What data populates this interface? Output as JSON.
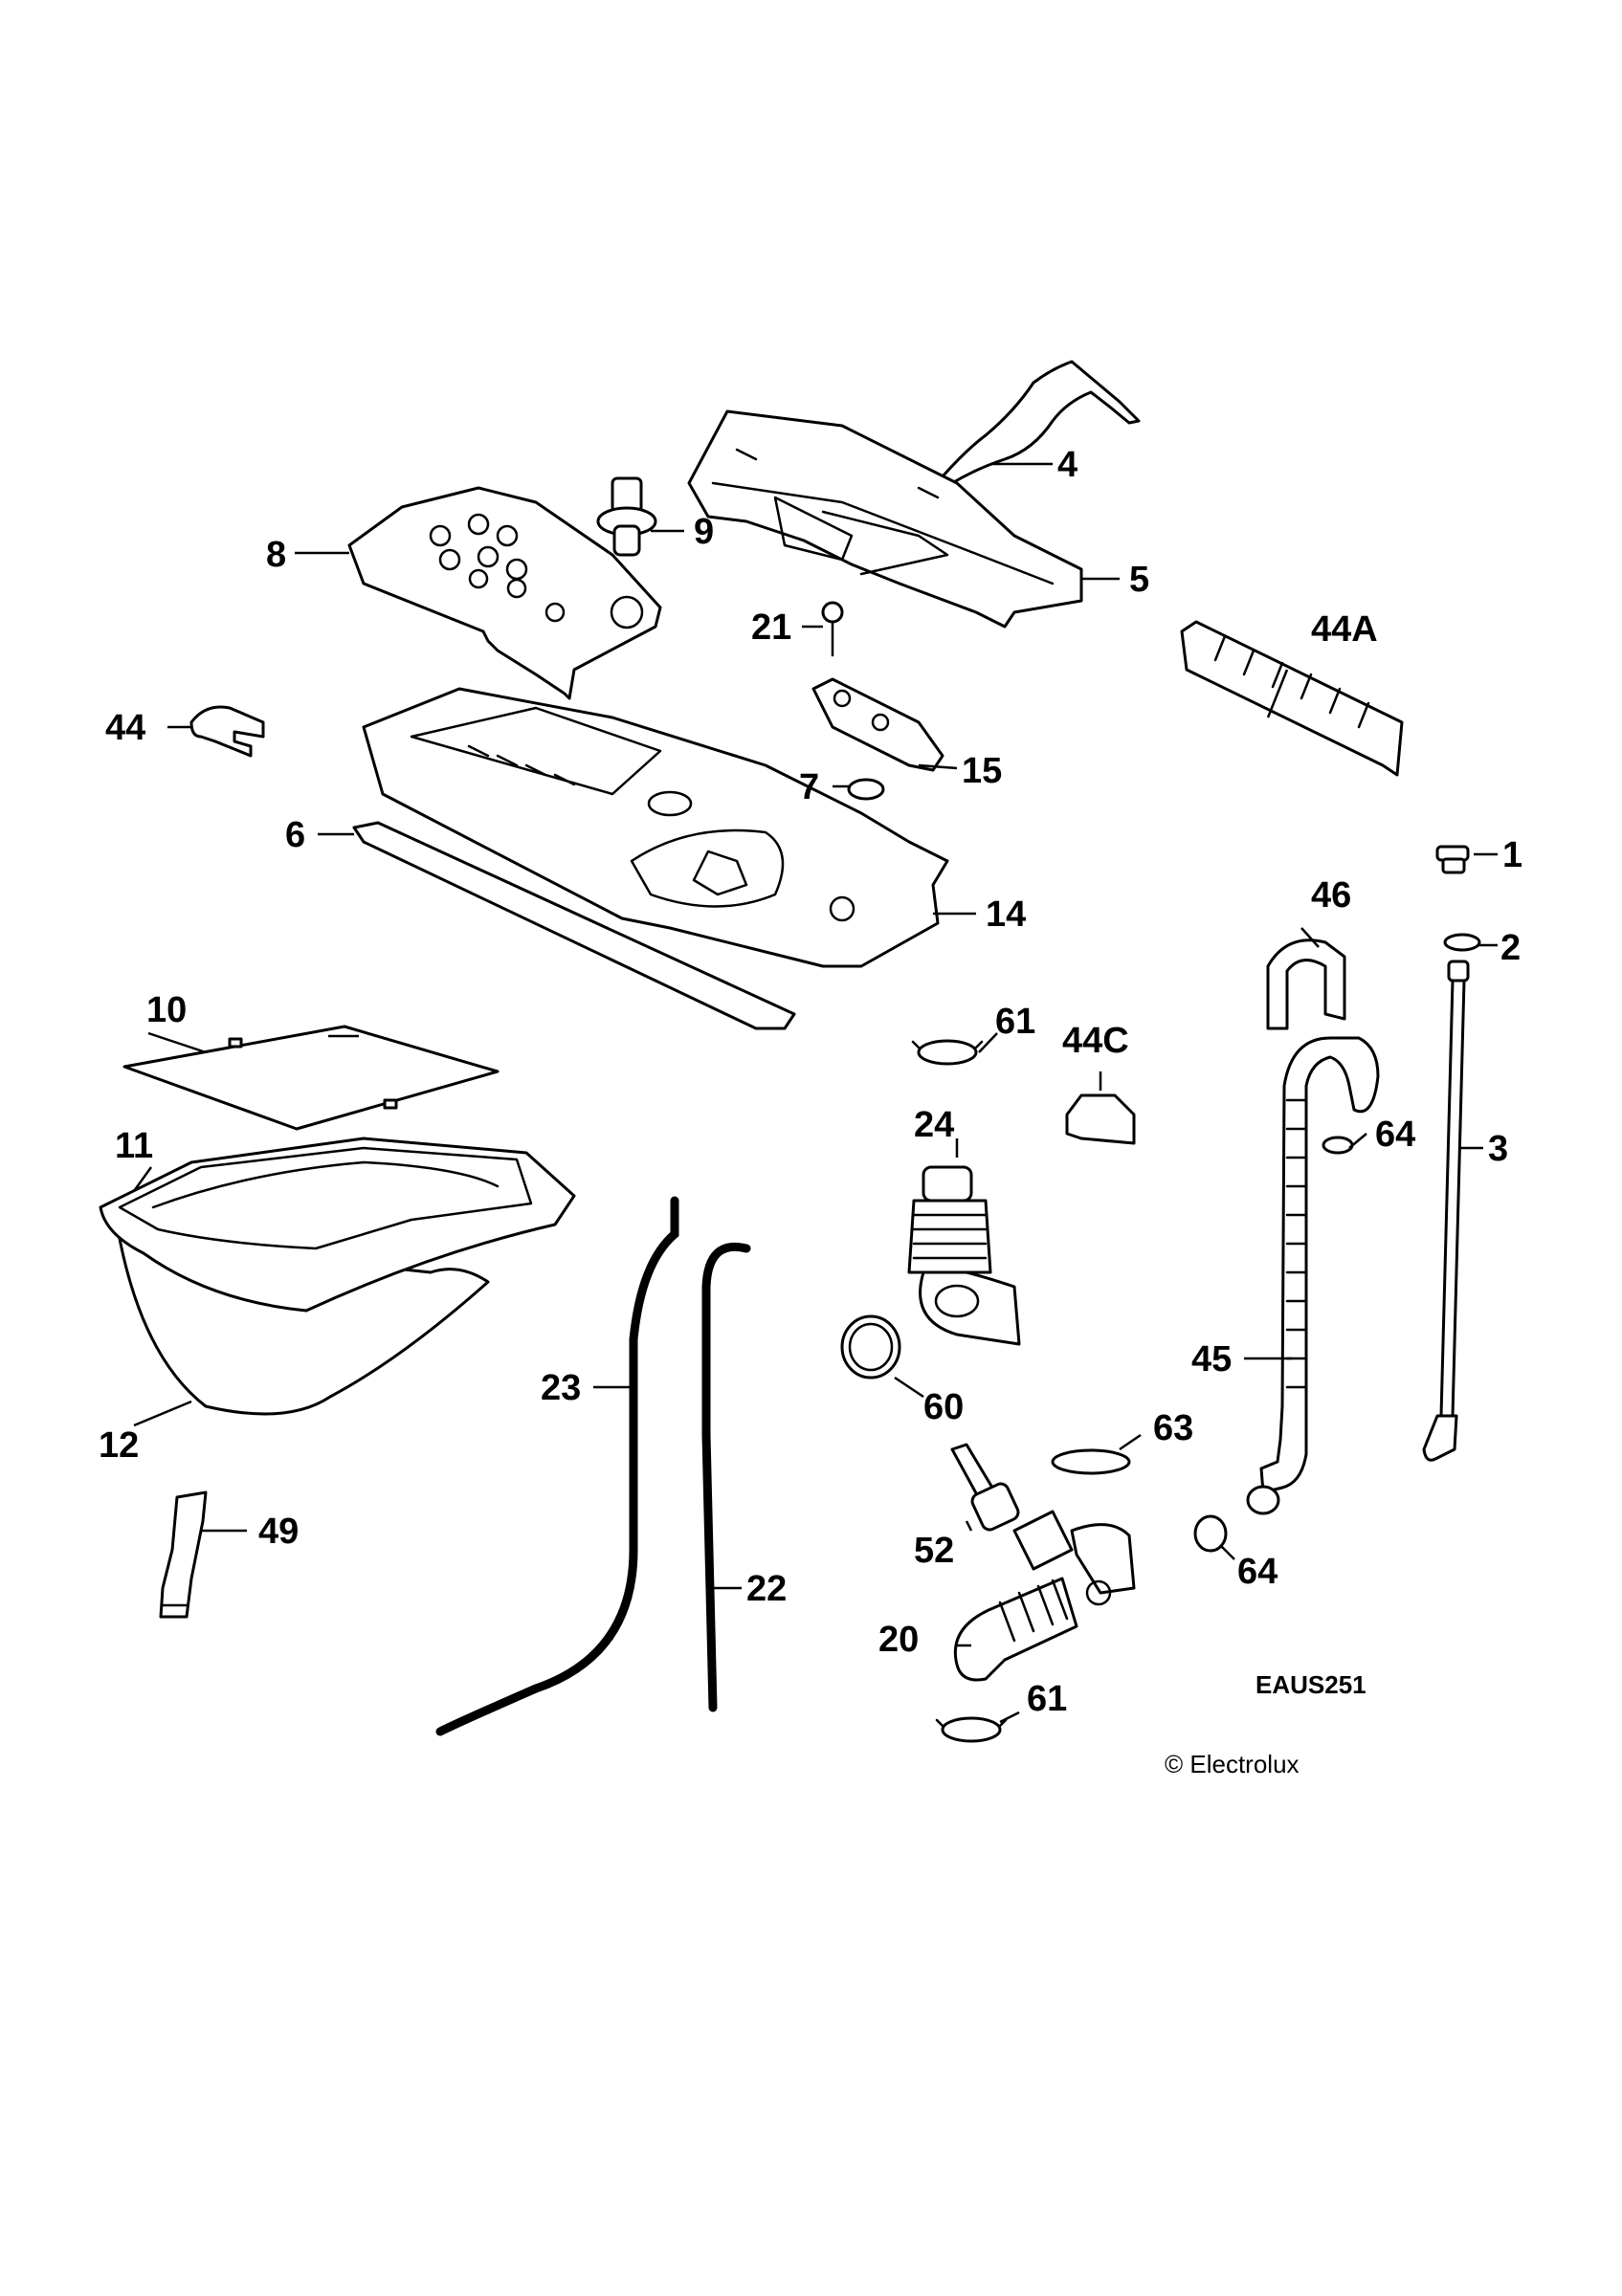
{
  "diagram": {
    "callouts": {
      "c1": "1",
      "c2": "2",
      "c3": "3",
      "c4": "4",
      "c5": "5",
      "c6": "6",
      "c7": "7",
      "c8": "8",
      "c9": "9",
      "c10": "10",
      "c11": "11",
      "c12": "12",
      "c14": "14",
      "c15": "15",
      "c20": "20",
      "c21": "21",
      "c22": "22",
      "c23": "23",
      "c24": "24",
      "c44": "44",
      "c44a": "44A",
      "c44c": "44C",
      "c45": "45",
      "c46": "46",
      "c49": "49",
      "c52": "52",
      "c60": "60",
      "c61a": "61",
      "c61b": "61",
      "c63": "63",
      "c64a": "64",
      "c64b": "64"
    },
    "drawing_code": "EAUS251",
    "copyright": "© Electrolux"
  }
}
